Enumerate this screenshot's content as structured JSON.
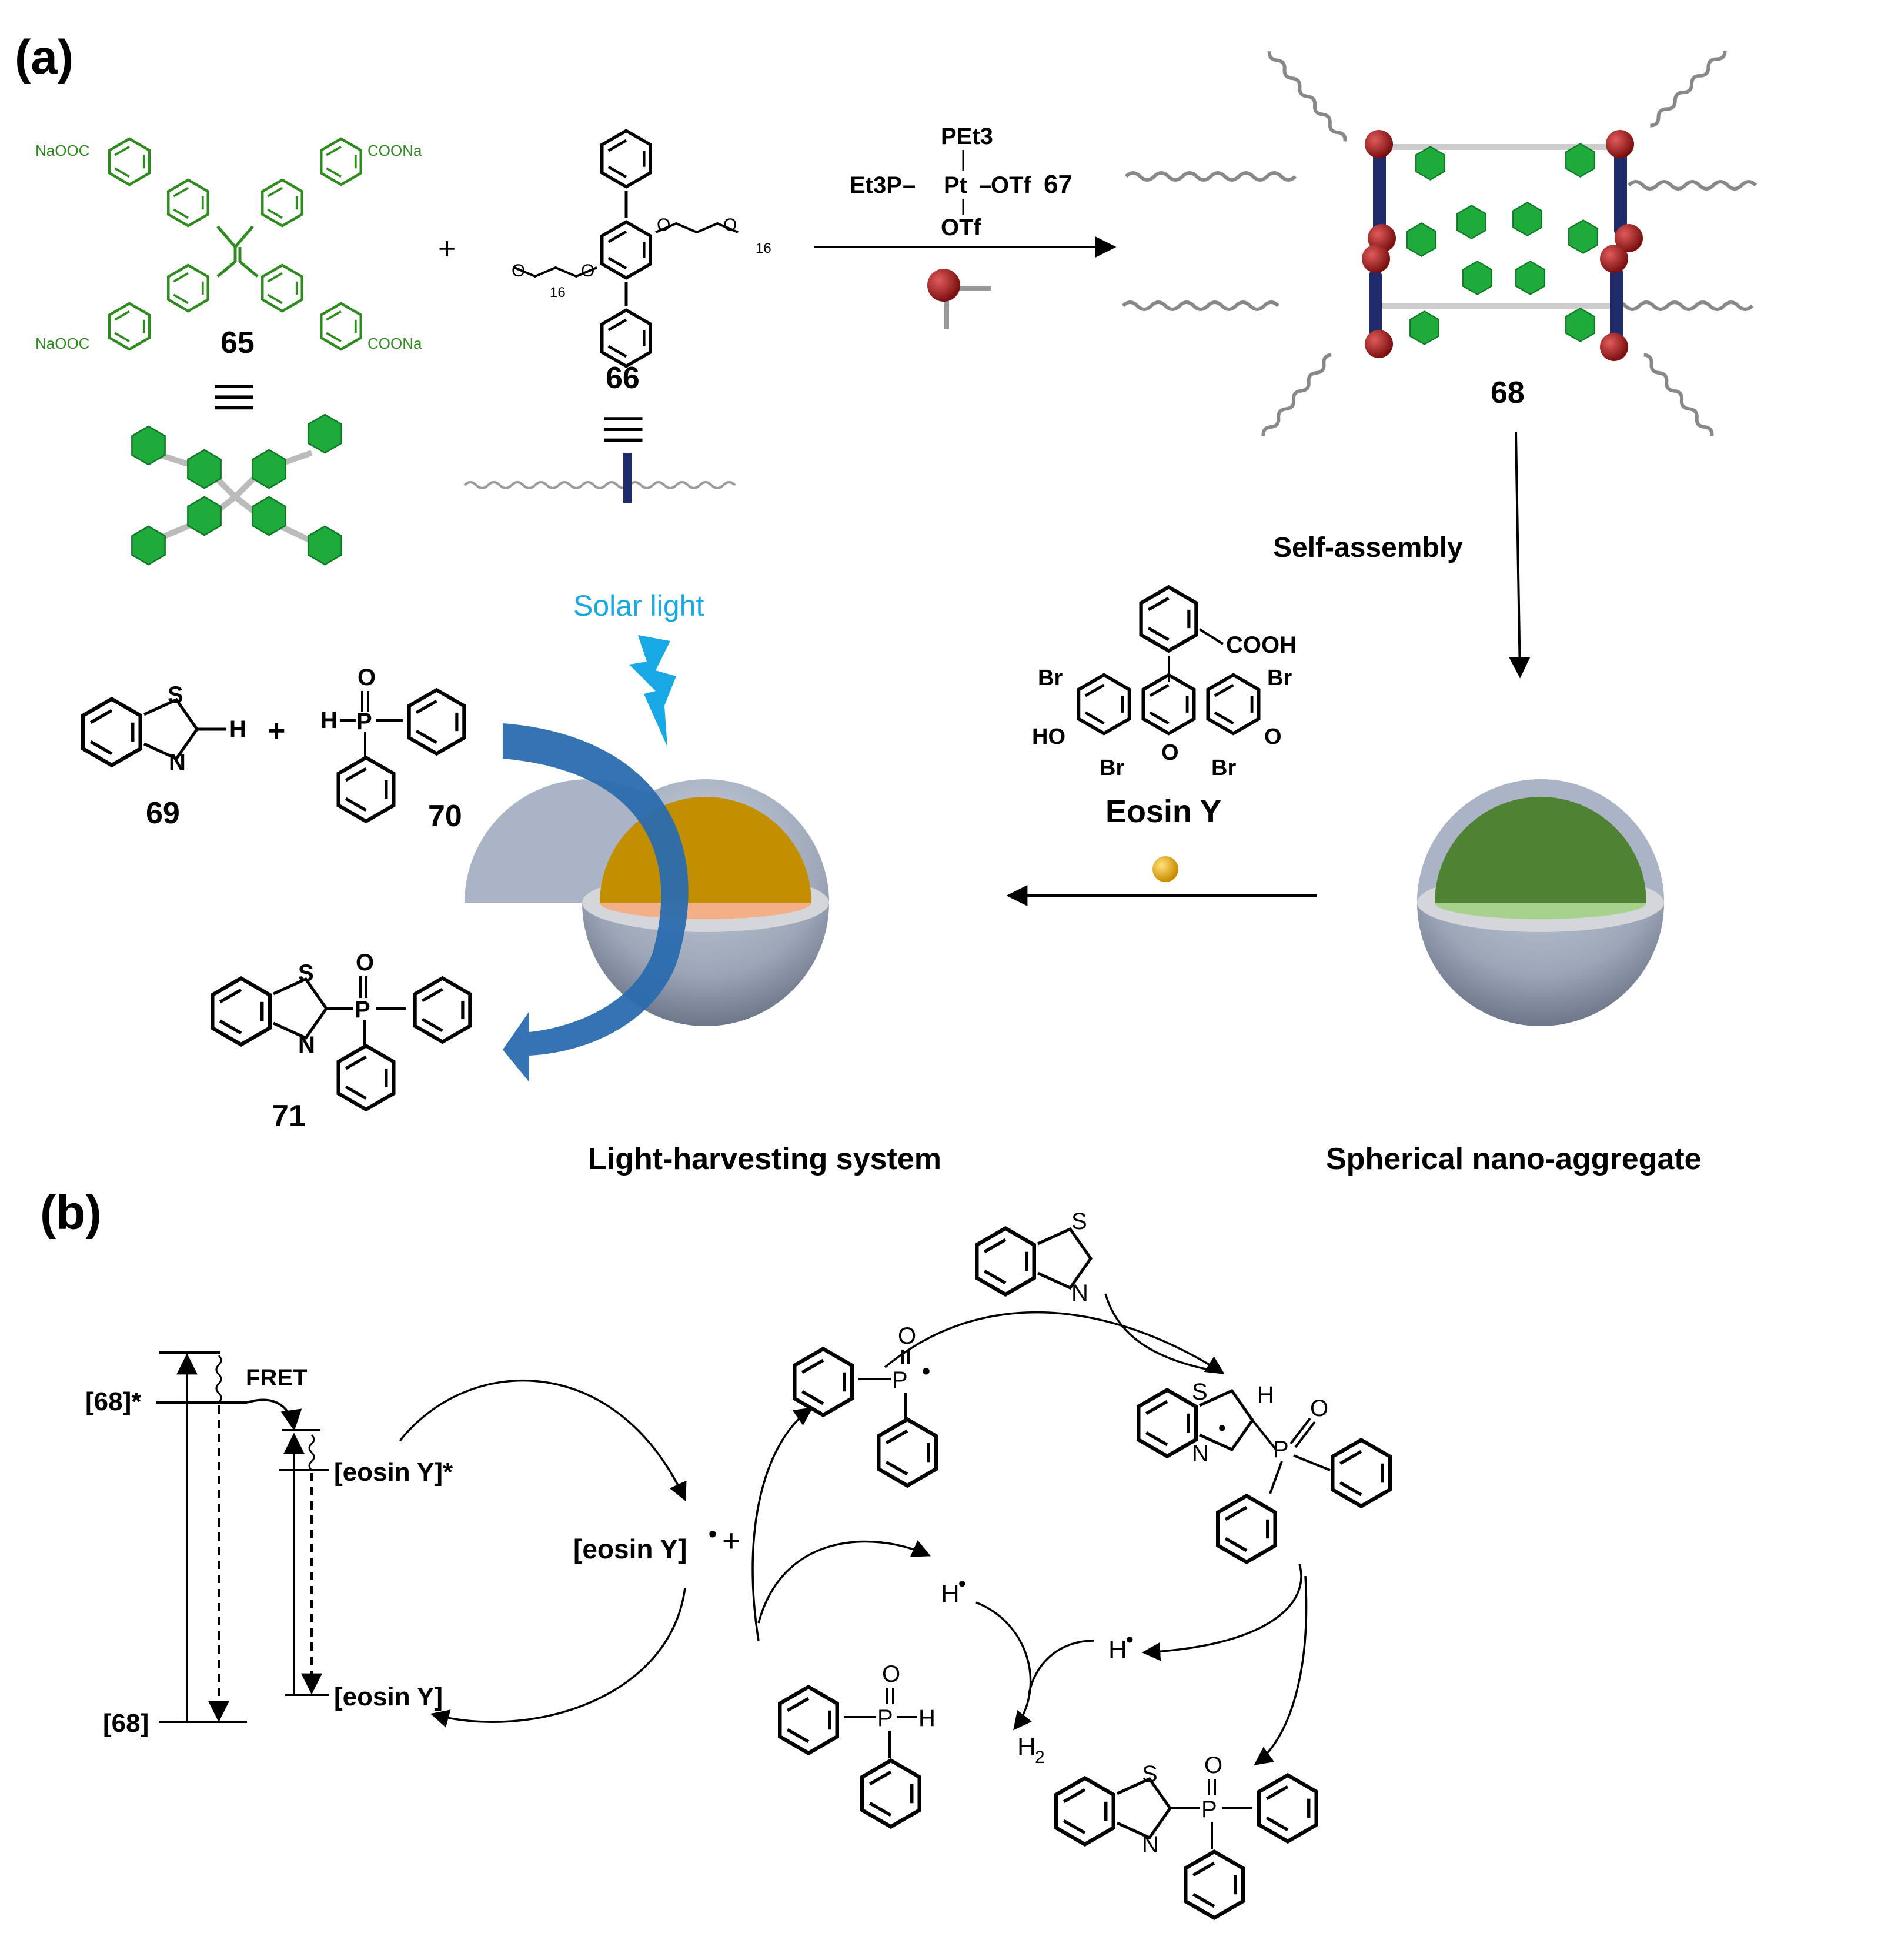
{
  "panel_a": {
    "label": "(a)",
    "compound_65": {
      "number": "65",
      "sub_top_left": "NaOOC",
      "sub_top_right": "COONa",
      "sub_bottom_left": "NaOOC",
      "sub_bottom_right": "COONa",
      "equiv": "|||"
    },
    "plus_1": "+",
    "compound_66": {
      "number": "66",
      "oxygen": "O",
      "repeat": "16",
      "equiv": "|||"
    },
    "reagent_67": {
      "line1": "PEt3",
      "line2_left": "Et3P",
      "line2_mid": "Pt",
      "line2_right": "OTf",
      "number": "67",
      "line3": "OTf"
    },
    "product_68_label": "68",
    "self_assembly": "Self-assembly",
    "solar_light": "Solar light",
    "compound_69": {
      "number": "69",
      "s": "S",
      "n": "N",
      "h": "H"
    },
    "plus_2": "+",
    "compound_70": {
      "number": "70",
      "o": "O",
      "h": "H",
      "p": "P"
    },
    "compound_71": {
      "number": "71",
      "s": "S",
      "n": "N",
      "o": "O",
      "p": "P"
    },
    "eosin": {
      "name": "Eosin Y",
      "cooh": "COOH",
      "br": "Br",
      "ho": "HO",
      "o_ring": "O",
      "o_keto": "O"
    },
    "light_harvesting": "Light-harvesting system",
    "spherical_aggregate": "Spherical nano-aggregate"
  },
  "panel_b": {
    "label": "(b)",
    "level_68_excited": "[68]*",
    "level_68_ground": "[68]",
    "fret": "FRET",
    "eosin_excited": "[eosin Y]*",
    "eosin_ground": "[eosin Y]",
    "eosin_radical_cation": "[eosin Y]",
    "radical_dot": "•",
    "plus_sign": "+",
    "h_radical": "H",
    "h2": "H",
    "h2_sub": "2",
    "atoms": {
      "s": "S",
      "n": "N",
      "o": "O",
      "p": "P",
      "h": "H"
    }
  },
  "colors": {
    "green_compound": "#2e8b1e",
    "hexagon_green": "#1faa3c",
    "solar_blue": "#17a9e6",
    "arrow_blue": "#2a6cae",
    "core_orange": "#c18f00",
    "core_light_orange": "#f3b087",
    "core_green": "#4f8232",
    "core_light_green": "#a7d28e",
    "shell": "#aab4c6",
    "platinum_ball": "#9b1c1c",
    "eosin_ball": "#e8b000"
  }
}
